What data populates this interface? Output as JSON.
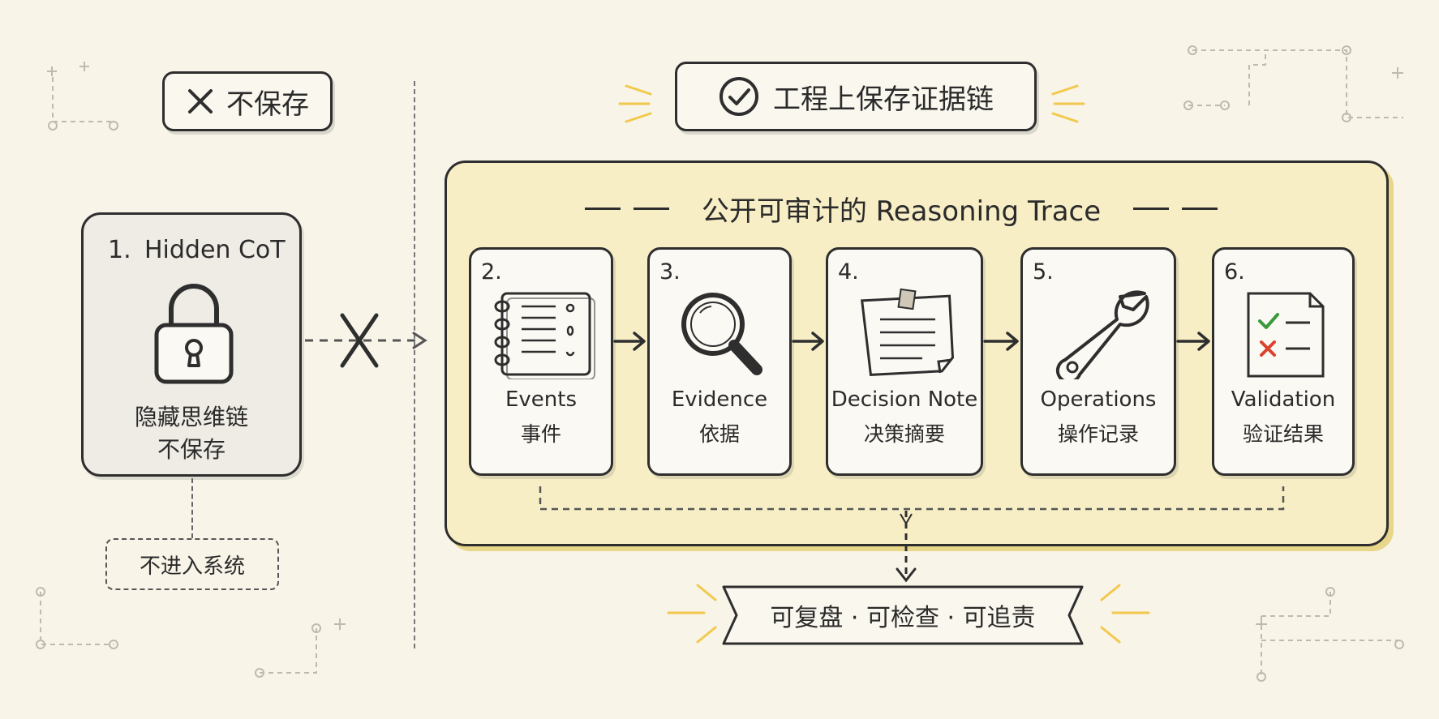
{
  "left": {
    "header_label": "不保存",
    "card_number": "1.",
    "card_title": "Hidden CoT",
    "card_desc_line1": "隐藏思维链",
    "card_desc_line2": "不保存",
    "footnote": "不进入系统"
  },
  "right": {
    "header_label": "工程上保存证据链",
    "panel_title": "公开可审计的 Reasoning Trace",
    "steps": [
      {
        "num": "2.",
        "en": "Events",
        "zh": "事件",
        "icon": "notebook-icon"
      },
      {
        "num": "3.",
        "en": "Evidence",
        "zh": "依据",
        "icon": "magnifier-icon"
      },
      {
        "num": "4.",
        "en": "Decision Note",
        "zh": "决策摘要",
        "icon": "sticky-note-icon"
      },
      {
        "num": "5.",
        "en": "Operations",
        "zh": "操作记录",
        "icon": "wrench-icon"
      },
      {
        "num": "6.",
        "en": "Validation",
        "zh": "验证结果",
        "icon": "checklist-icon"
      }
    ],
    "banner": "可复盘 · 可检查 · 可追责"
  },
  "colors": {
    "background": "#f8f4e8",
    "panel_fill": "#f7eec6",
    "accent_yellow": "#f2c94c",
    "check_green": "#3a9a3a",
    "cross_red": "#d9432f",
    "ink": "#2e2e2e"
  }
}
